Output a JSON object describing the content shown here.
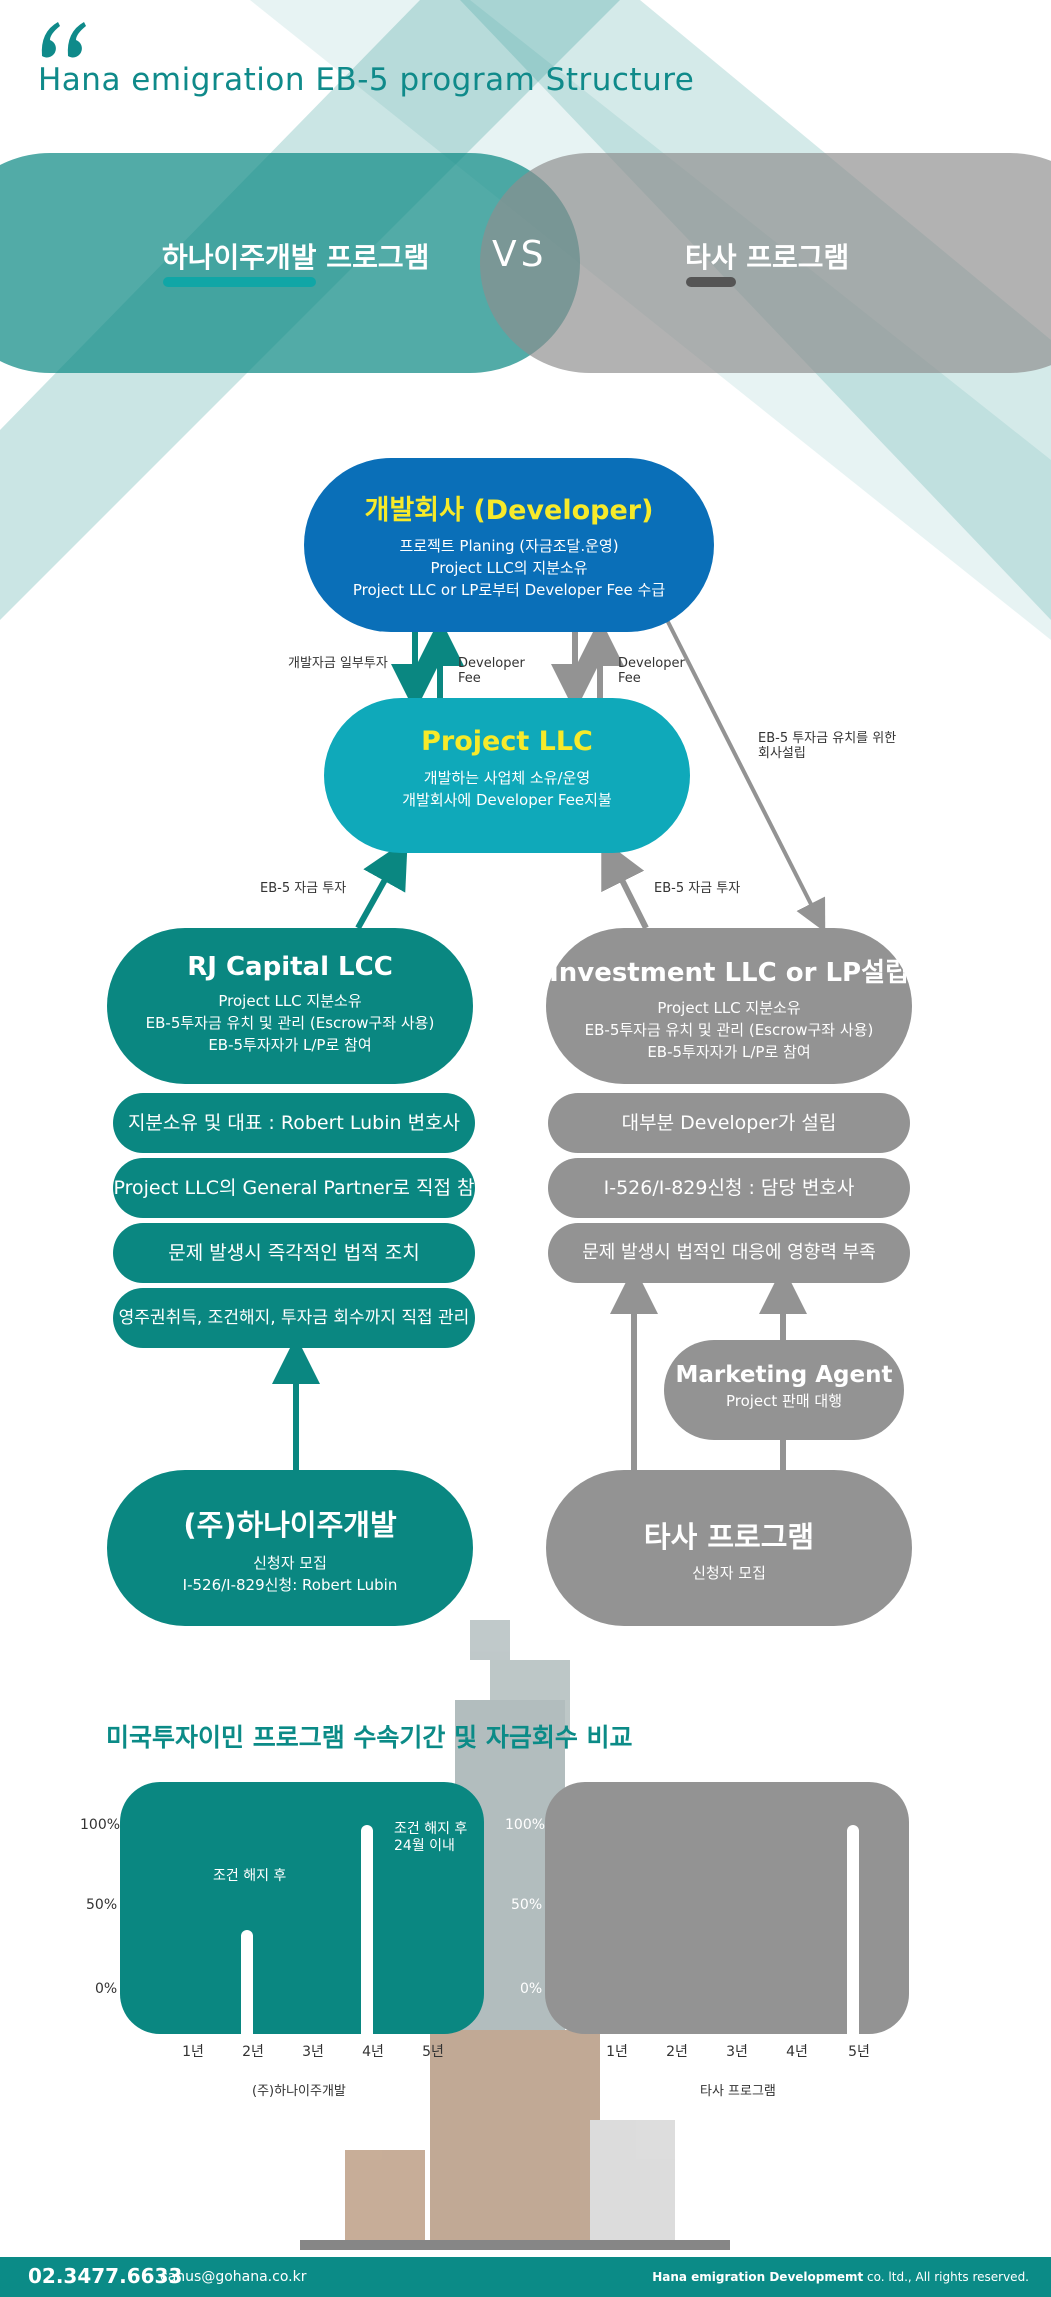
{
  "header": {
    "title": "Hana emigration EB-5 program Structure",
    "left_program": "하나이주개발 프로그램",
    "vs": "VS",
    "right_program": "타사 프로그램"
  },
  "developer": {
    "title": "개발회사 (Developer)",
    "line1": "프로젝트 Planing (자금조달.운영)",
    "line2": "Project LLC의 지분소유",
    "line3": "Project LLC or LP로부터 Developer Fee 수급"
  },
  "arrow_labels": {
    "dev_invest": "개발자금 일부투자",
    "dev_fee_1": "Developer\nFee",
    "dev_fee_2": "Developer\nFee",
    "eb5_setup": "EB-5 투자금 유치를 위한\n회사설립",
    "eb5_invest_left": "EB-5 자금 투자",
    "eb5_invest_right": "EB-5 자금 투자"
  },
  "project_llc": {
    "title": "Project LLC",
    "line1": "개발하는 사업체 소유/운영",
    "line2": "개발회사에 Developer Fee지불"
  },
  "rj_capital": {
    "title": "RJ Capital LCC",
    "line1": "Project LLC 지분소유",
    "line2": "EB-5투자금 유치 및 관리 (Escrow구좌 사용)",
    "line3": "EB-5투자자가 L/P로 참여"
  },
  "investment_llc": {
    "title": "Investment LLC or LP설립",
    "line1": "Project LLC 지분소유",
    "line2": "EB-5투자금 유치 및 관리 (Escrow구좌 사용)",
    "line3": "EB-5투자자가 L/P로 참여"
  },
  "left_rows": [
    "지분소유 및 대표 : Robert Lubin 변호사",
    "Project LLC의 General Partner로 직접 참여",
    "문제 발생시 즉각적인 법적 조치",
    "영주권취득, 조건해지, 투자금 회수까지 직접 관리"
  ],
  "right_rows": [
    "대부분 Developer가 설립",
    "I-526/I-829신청 : 담당 변호사",
    "문제 발생시 법적인 대응에 영향력 부족"
  ],
  "marketing_agent": {
    "title": "Marketing Agent",
    "line1": "Project 판매 대행"
  },
  "hana": {
    "title": "(주)하나이주개발",
    "line1": "신청자 모집",
    "line2": "I-526/I-829신청: Robert Lubin"
  },
  "other": {
    "title": "타사 프로그램",
    "line1": "신청자 모집"
  },
  "colors": {
    "teal": "#0a8781",
    "gray": "#939393",
    "developer_blue": "#0a6fb8",
    "project_cyan": "#0fa9ba",
    "highlight_yellow": "#f7ea2a"
  },
  "chart_data": [
    {
      "type": "bar",
      "title": "미국투자이민 프로그램 수속기간 및 자금회수 비교",
      "categories": [
        "1년",
        "2년",
        "3년",
        "4년",
        "5년"
      ],
      "values": [
        0,
        50,
        0,
        100,
        0
      ],
      "yticks": [
        "100%",
        "50%",
        "0%"
      ],
      "ylim": [
        0,
        100
      ],
      "xlabel": "(주)하나이주개발",
      "annotations": [
        "조건 해지 후",
        "조건 해지 후\n24월 이내"
      ]
    },
    {
      "type": "bar",
      "categories": [
        "1년",
        "2년",
        "3년",
        "4년",
        "5년"
      ],
      "values": [
        0,
        0,
        0,
        0,
        100
      ],
      "yticks": [
        "100%",
        "50%",
        "0%"
      ],
      "ylim": [
        0,
        100
      ],
      "xlabel": "타사 프로그램"
    }
  ],
  "footer": {
    "phone": "02.3477.6633",
    "email": "canus@gohana.co.kr",
    "company": "Hana emigration Developmemt",
    "rights": " co. ltd., All rights reserved."
  }
}
